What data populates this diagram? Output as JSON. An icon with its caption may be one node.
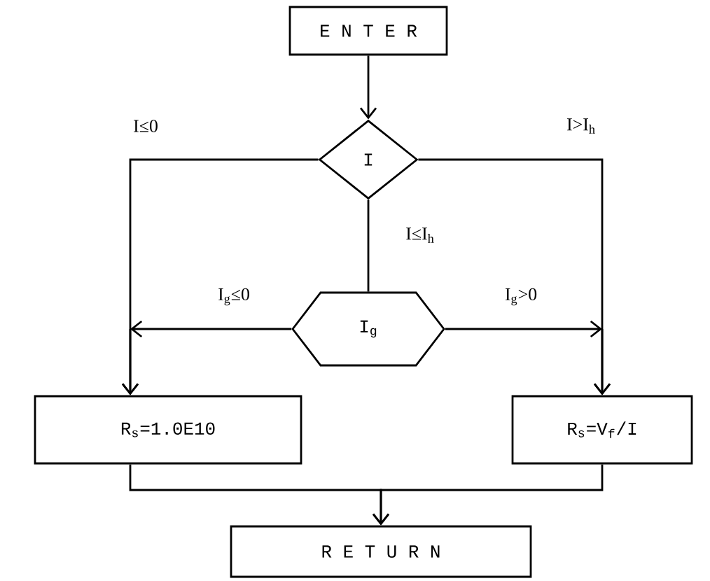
{
  "diagram": {
    "nodes": [
      {
        "text": [
          "E N T E R"
        ]
      },
      {
        "text": [
          "I"
        ]
      },
      {
        "text": [
          "I$_{g}$"
        ]
      },
      {
        "text": [
          "R$_{s}$=1.0E10"
        ]
      },
      {
        "text": [
          "R$_{s}$=V$_{f}$/I"
        ]
      },
      {
        "text": [
          "R E T U R N"
        ]
      }
    ],
    "edges": [
      {
        "from": 0,
        "to": 1,
        "arrow": "to"
      },
      {
        "from": 1,
        "to": 3,
        "arrow": "to",
        "label": "I≤0"
      },
      {
        "from": 1,
        "to": 4,
        "arrow": "to",
        "label": "I>I$_{h}$"
      },
      {
        "from": 1,
        "to": 2,
        "arrow": "none",
        "label": "I≤I$_{h}$"
      },
      {
        "from": 2,
        "to": 3,
        "arrow": "to",
        "label": "I$_{g}$≤0"
      },
      {
        "from": 2,
        "to": 4,
        "arrow": "to",
        "label": "I$_{g}$>0"
      },
      {
        "from": 3,
        "to": 5,
        "arrow": "to"
      },
      {
        "from": 4,
        "to": 5,
        "arrow": "to"
      }
    ]
  }
}
